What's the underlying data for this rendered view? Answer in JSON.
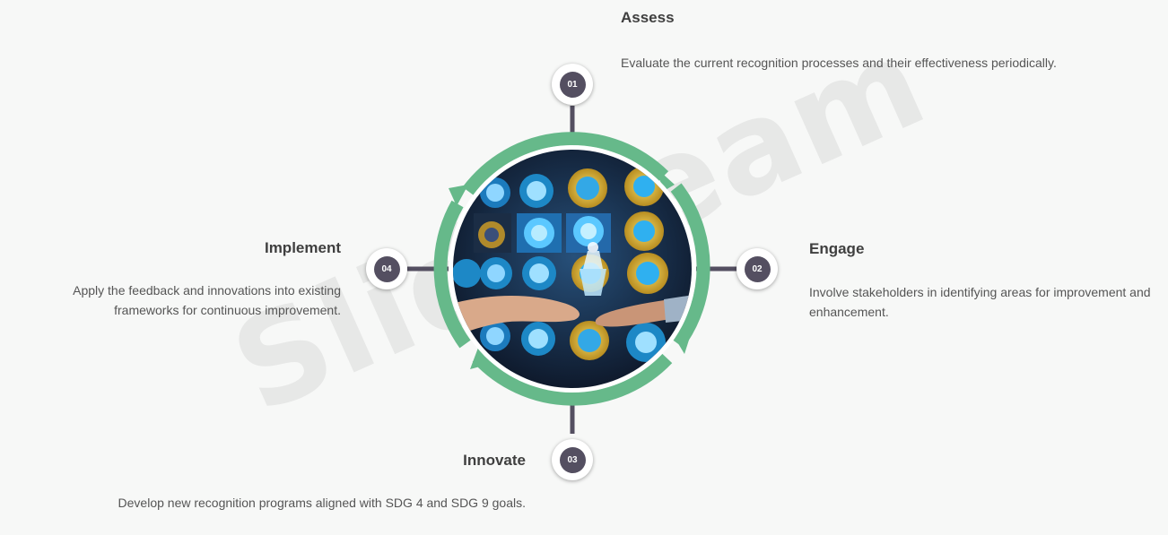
{
  "watermark": "SlideTeam",
  "colors": {
    "ring": "#66b98a",
    "badge": "#544f61",
    "connector": "#544f61",
    "title": "#3f3f3f",
    "description": "#555555"
  },
  "center_image": {
    "icon": "award-medals-touchscreen-photo"
  },
  "steps": [
    {
      "number": "01",
      "title": "Assess",
      "description": "Evaluate the current recognition processes and their effectiveness periodically."
    },
    {
      "number": "02",
      "title": "Engage",
      "description": "Involve stakeholders in identifying areas for improvement and enhancement."
    },
    {
      "number": "03",
      "title": "Innovate",
      "description": "Develop new recognition programs aligned with SDG 4 and SDG 9 goals."
    },
    {
      "number": "04",
      "title": "Implement",
      "description": "Apply the feedback and innovations into existing frameworks for continuous improvement."
    }
  ]
}
